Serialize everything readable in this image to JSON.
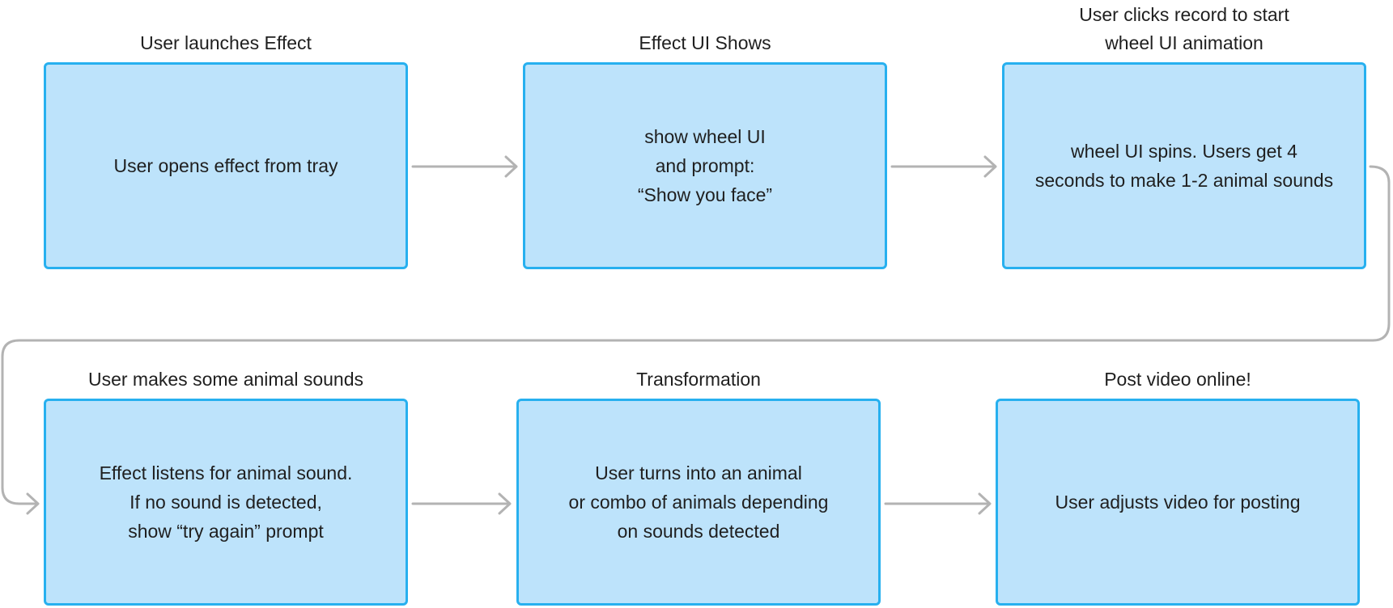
{
  "steps": [
    {
      "title": "User launches Effect",
      "body": "User opens effect from tray"
    },
    {
      "title": "Effect UI Shows",
      "body": "show wheel UI\nand prompt:\n“Show you face”"
    },
    {
      "title": "User clicks record to start\nwheel UI animation",
      "body": "wheel UI spins. Users get 4\nseconds to make 1-2 animal sounds"
    },
    {
      "title": "User makes some animal sounds",
      "body": "Effect listens for animal sound.\nIf no sound is detected,\nshow “try again” prompt"
    },
    {
      "title": "Transformation",
      "body": "User turns into an animal\nor combo of animals depending\non sounds detected"
    },
    {
      "title": "Post video online!",
      "body": "User adjusts video for posting"
    }
  ],
  "colors": {
    "box_fill": "#bde3fb",
    "box_border": "#27b0ef",
    "arrow": "#b3b3b3"
  }
}
